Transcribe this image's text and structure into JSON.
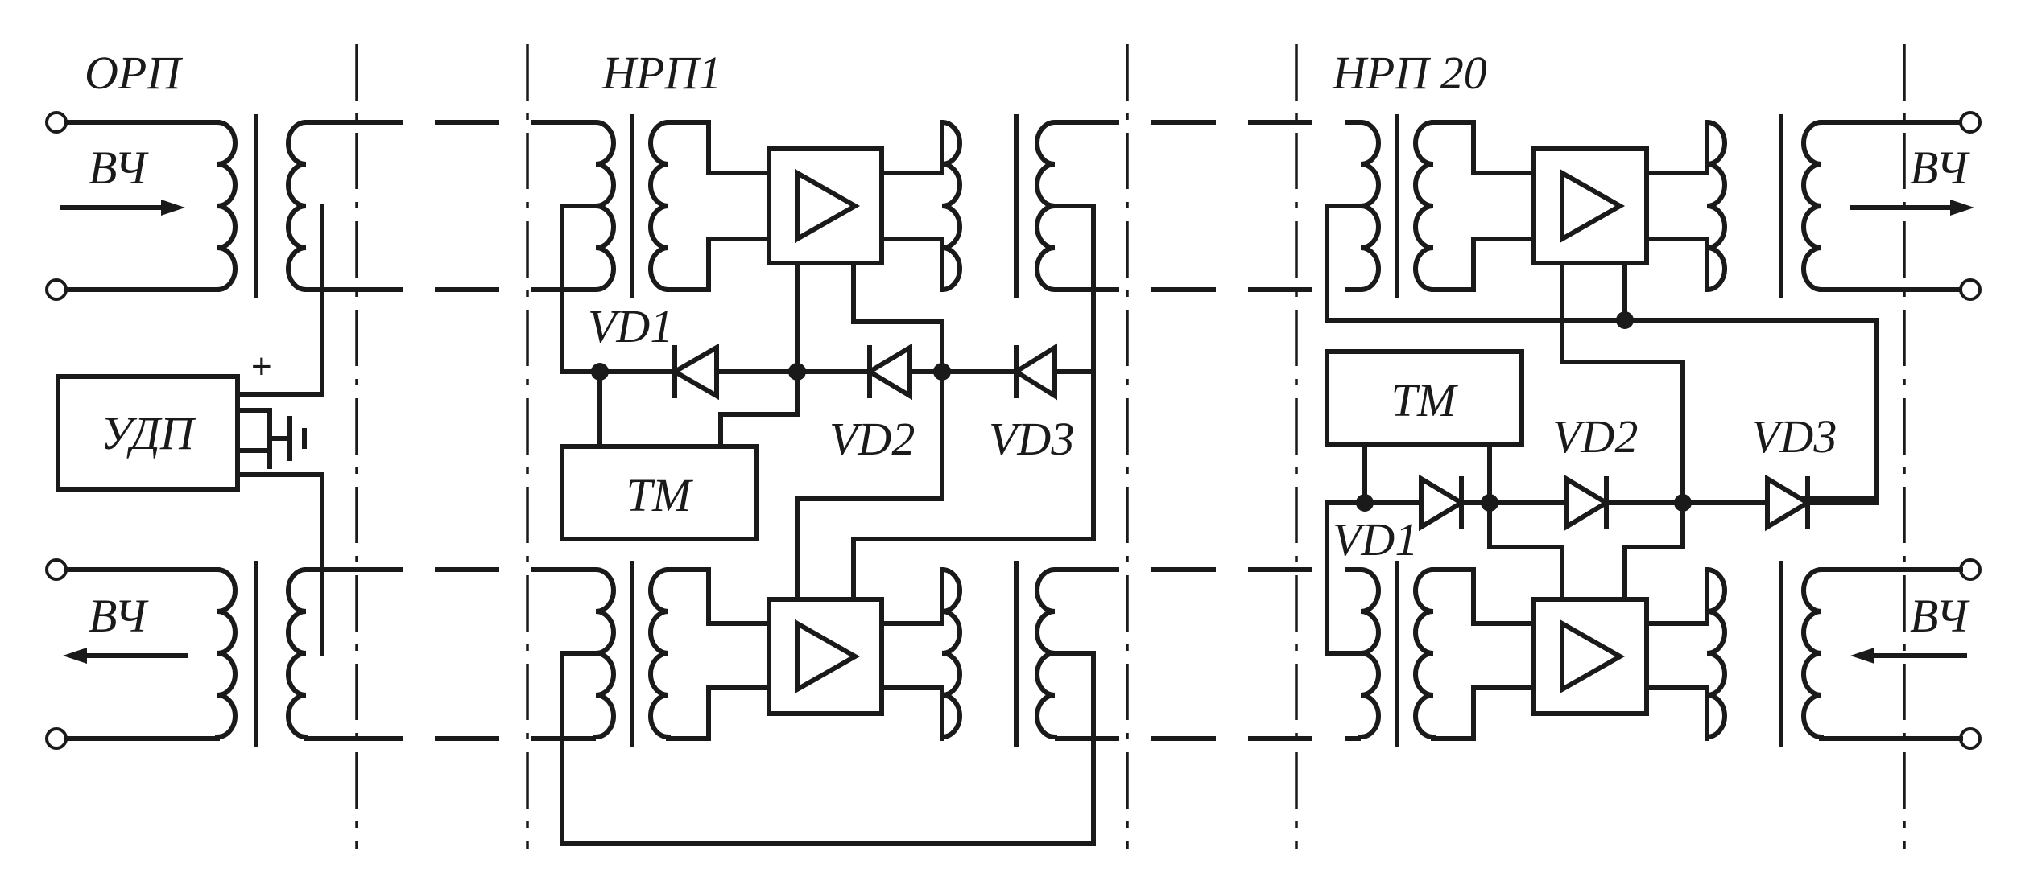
{
  "sections": {
    "orp": "ОРП",
    "nrp1": "НРП1",
    "nrp20": "НРП 20"
  },
  "signals": {
    "hf_in_left": "ВЧ",
    "hf_out_left": "ВЧ",
    "hf_out_right": "ВЧ",
    "hf_in_right": "ВЧ"
  },
  "blocks": {
    "udp": "УДП",
    "tm_nrp1": "ТМ",
    "tm_nrp20": "ТМ"
  },
  "diodes": {
    "nrp1": [
      "VD1",
      "VD2",
      "VD3"
    ],
    "nrp20": [
      "VD1",
      "VD2",
      "VD3"
    ]
  },
  "polarity": {
    "plus": "+"
  },
  "colors": {
    "line": "#1a1a1a",
    "background": "#ffffff"
  }
}
